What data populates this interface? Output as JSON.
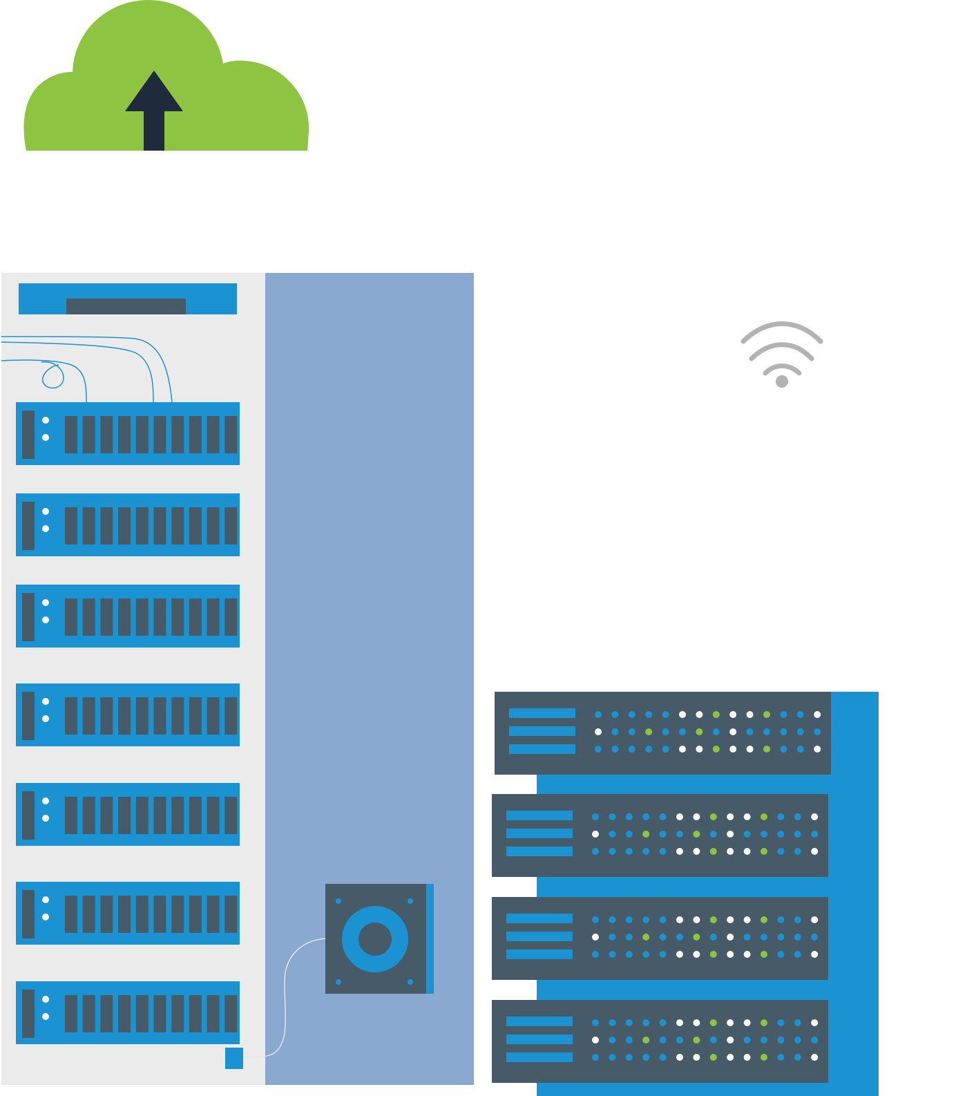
{
  "colors": {
    "background": "#ffffff",
    "cloud": "#8dc543",
    "arrow": "#1f2a3c",
    "rack_body": "#ebebeb",
    "rack_side": "#8aa9d0",
    "blue": "#1b92d1",
    "slate": "#475a68",
    "led_white": "#ffffff",
    "led_green": "#8dc543",
    "cable_blue": "#1b92d1",
    "cable_light": "#e6e6e6",
    "wifi": "#b3b3b3"
  },
  "icons": {
    "cloud": "cloud-upload-icon",
    "wifi": "wifi-icon",
    "storage": "hard-drive-icon"
  },
  "rack": {
    "unit_count": 7,
    "drive_slots_per_unit": 10
  },
  "server_stack": {
    "unit_count": 4,
    "led_rows": [
      [
        "b",
        "b",
        "b",
        "b",
        "b",
        "w",
        "w",
        "g",
        "w",
        "w",
        "g",
        "b",
        "b",
        "w"
      ],
      [
        "w",
        "b",
        "b",
        "g",
        "b",
        "b",
        "g",
        "b",
        "w",
        "b",
        "b",
        "b",
        "b",
        "b"
      ],
      [
        "b",
        "b",
        "b",
        "b",
        "b",
        "w",
        "w",
        "g",
        "w",
        "w",
        "g",
        "b",
        "b",
        "w"
      ]
    ]
  }
}
